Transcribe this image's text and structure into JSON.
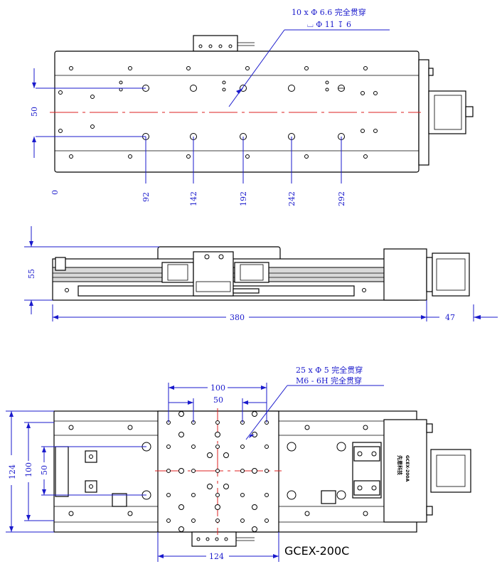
{
  "top_view": {
    "callout_line1": "10 x Φ 6.6 完全贯穿",
    "callout_line2": "⌴ Φ 11 ↧ 6",
    "dim_vertical": "50",
    "dim_positions": [
      "0",
      "92",
      "142",
      "192",
      "242",
      "292"
    ]
  },
  "side_view": {
    "dim_height": "55",
    "dim_length": "380",
    "dim_motor": "47"
  },
  "bottom_view": {
    "callout_line1": "25 x Φ 5 完全贯穿",
    "callout_line2": "M6 - 6H 完全贯穿",
    "dim_top_100": "100",
    "dim_top_50": "50",
    "dim_left_124": "124",
    "dim_left_100": "100",
    "dim_left_50": "50",
    "dim_bottom_124": "124",
    "logo_text": "先恩科技",
    "logo_model": "GCEX-200A",
    "model": "GCEX-200C"
  },
  "colors": {
    "dimension": "#1a1acc",
    "centerline": "#dd2222",
    "outline": "#000000",
    "fill_gray": "#d9d9d9"
  }
}
